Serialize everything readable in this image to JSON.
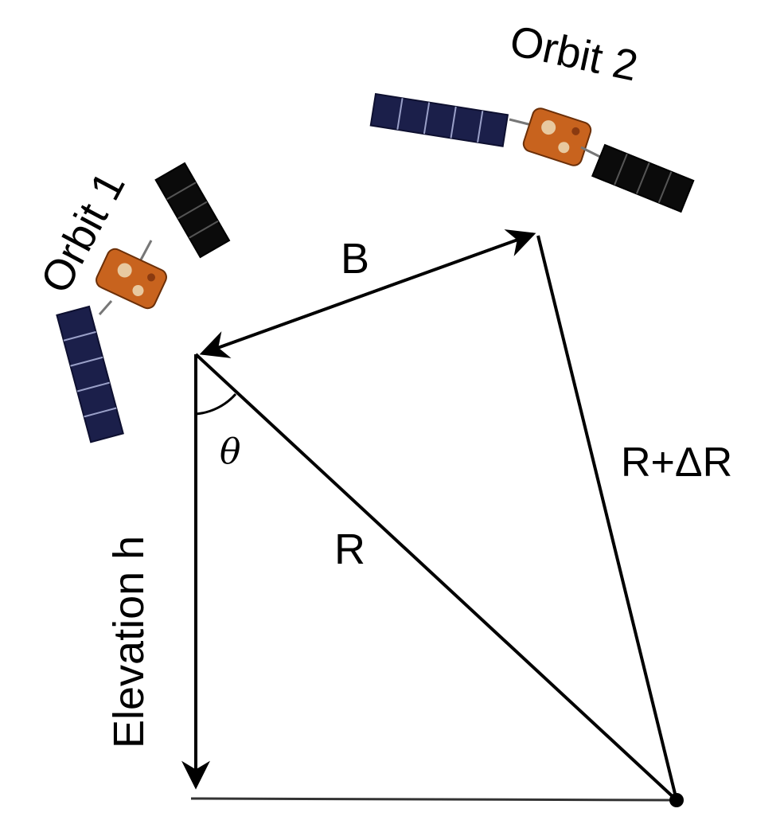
{
  "labels": {
    "orbit1": "Orbit 1",
    "orbit2": "Orbit 2",
    "baseline": "B",
    "theta": "θ",
    "range_r": "R",
    "range_r_delta": "R+ΔR",
    "elevation": "Elevation h"
  },
  "colors": {
    "line": "#000000",
    "panel": "#1b1f4a",
    "panel_grid": "#9aa0c8",
    "panel_dark": "#0b0b0b",
    "body_orange": "#c8631e",
    "body_light": "#e8c9a0"
  }
}
